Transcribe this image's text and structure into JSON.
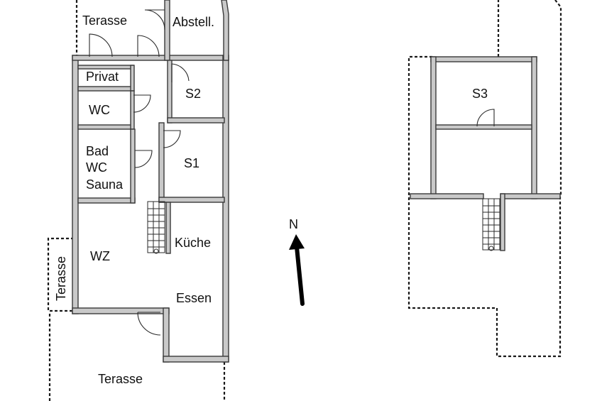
{
  "rooms": {
    "terasse_top": "Terasse",
    "abstell": "Abstell.",
    "privat": "Privat",
    "s2": "S2",
    "wc": "WC",
    "bad_line1": "Bad",
    "bad_line2": "WC",
    "bad_line3": "Sauna",
    "s1": "S1",
    "kueche": "Küche",
    "wz": "WZ",
    "essen": "Essen",
    "terasse_left": "Terasse",
    "terasse_bottom": "Terasse",
    "s3": "S3"
  },
  "compass": {
    "label": "N"
  }
}
